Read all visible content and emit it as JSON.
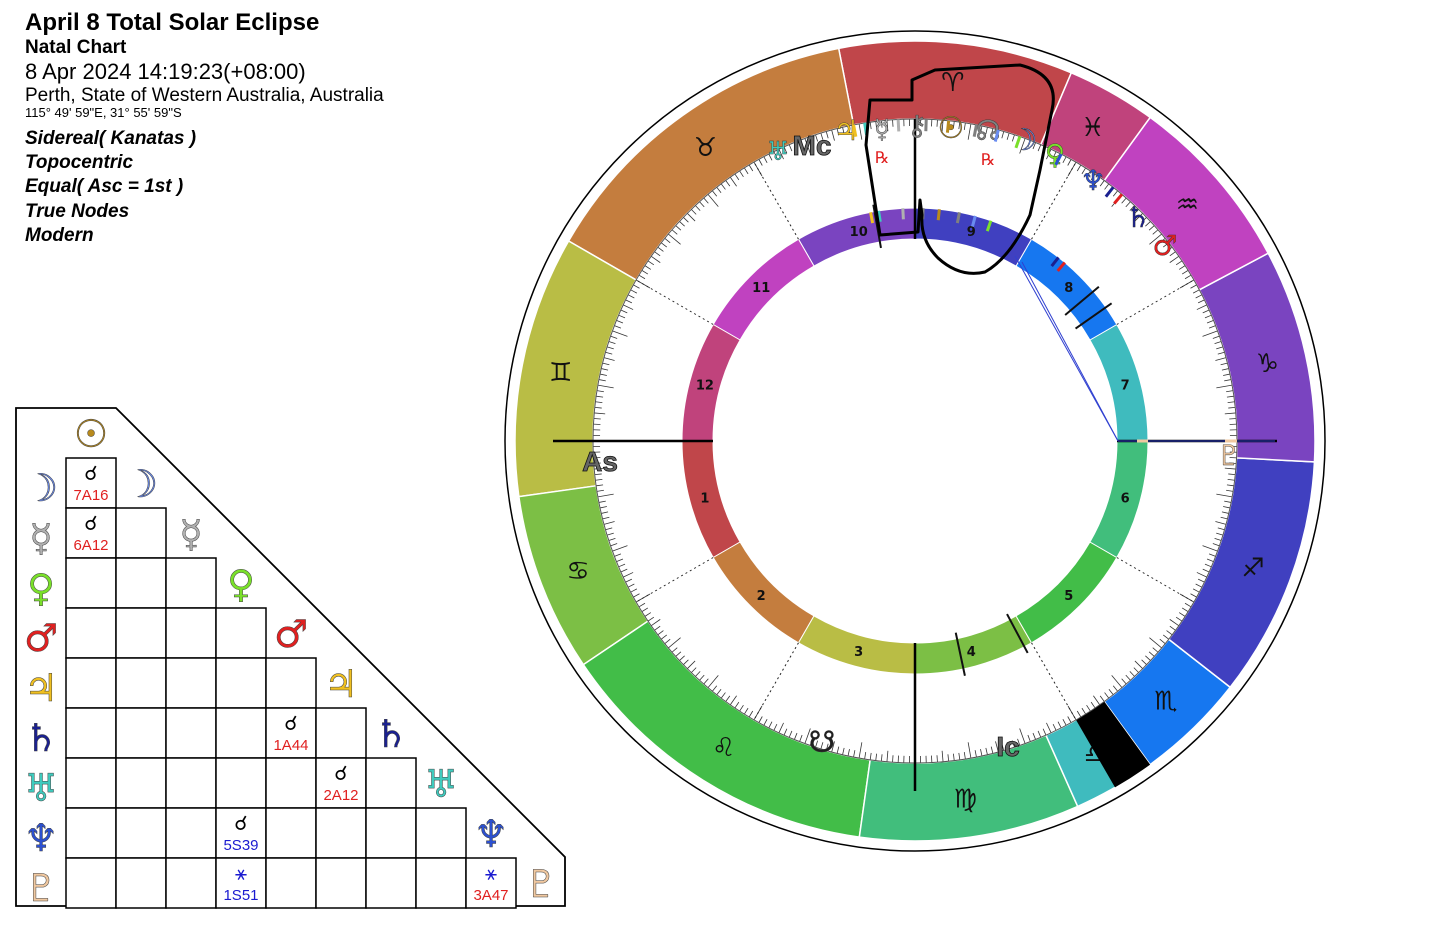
{
  "header": {
    "title": "April 8 Total Solar Eclipse",
    "subtitle": "Natal Chart",
    "datetime": "8 Apr 2024 14:19:23(+08:00)",
    "place": "Perth, State of Western Australia, Australia",
    "coords": "115° 49' 59\"E, 31° 55' 59\"S",
    "settings": [
      "Sidereal( Kanatas )",
      "Topocentric",
      "Equal( Asc = 1st )",
      "True Nodes",
      "Modern"
    ]
  },
  "signs": [
    {
      "name": "aries-sign",
      "glyph": "♈",
      "color": "#c0464a"
    },
    {
      "name": "taurus-sign",
      "glyph": "♉",
      "color": "#c47d3e"
    },
    {
      "name": "gemini-sign",
      "glyph": "♊",
      "color": "#b9bd45"
    },
    {
      "name": "cancer-sign",
      "glyph": "♋",
      "color": "#7cbf45"
    },
    {
      "name": "leo-sign",
      "glyph": "♌",
      "color": "#42bd48"
    },
    {
      "name": "virgo-sign",
      "glyph": "♍",
      "color": "#41be7c"
    },
    {
      "name": "libra-sign",
      "glyph": "♎",
      "color": "#3fbbbe"
    },
    {
      "name": "scorpio-sign",
      "glyph": "♏",
      "color": "#1677f0"
    },
    {
      "name": "sagittarius-sign",
      "glyph": "♐",
      "color": "#4040c0"
    },
    {
      "name": "capricorn-sign",
      "glyph": "♑",
      "color": "#7a44c0"
    },
    {
      "name": "aquarius-sign",
      "glyph": "♒",
      "color": "#c042c0"
    },
    {
      "name": "pisces-sign",
      "glyph": "♓",
      "color": "#c0437c"
    }
  ],
  "houses": [
    {
      "number": "1",
      "color": "#c0464a"
    },
    {
      "number": "2",
      "color": "#c47d3e"
    },
    {
      "number": "3",
      "color": "#b9bd45"
    },
    {
      "number": "4",
      "color": "#7cbf45"
    },
    {
      "number": "5",
      "color": "#42bd48"
    },
    {
      "number": "6",
      "color": "#41be7c"
    },
    {
      "number": "7",
      "color": "#3fbbbe"
    },
    {
      "number": "8",
      "color": "#1677f0"
    },
    {
      "number": "9",
      "color": "#4040c0"
    },
    {
      "number": "10",
      "color": "#7a44c0"
    },
    {
      "number": "11",
      "color": "#c042c0"
    },
    {
      "number": "12",
      "color": "#c0437c"
    }
  ],
  "angles": {
    "asc": "As",
    "mc": "Mc",
    "ic": "Ic"
  },
  "chart_planets": [
    {
      "name": "uranus",
      "glyph": "♅",
      "color": "#3fcbbe",
      "retro": ""
    },
    {
      "name": "jupiter",
      "glyph": "♃",
      "color": "#f0c020",
      "retro": ""
    },
    {
      "name": "mercury",
      "glyph": "☿",
      "color": "#b0b0b0",
      "retro": "℞"
    },
    {
      "name": "chiron",
      "glyph": "⚷",
      "color": "#808080",
      "retro": ""
    },
    {
      "name": "sun",
      "glyph": "☉",
      "color": "#b88a1c",
      "retro": ""
    },
    {
      "name": "north-node",
      "glyph": "☊",
      "color": "#808080",
      "retro": "℞"
    },
    {
      "name": "moon",
      "glyph": "☽",
      "color": "#6a8cf0",
      "retro": ""
    },
    {
      "name": "venus",
      "glyph": "♀",
      "color": "#7ae02a",
      "retro": ""
    },
    {
      "name": "neptune",
      "glyph": "♆",
      "color": "#2c50d0",
      "retro": ""
    },
    {
      "name": "saturn",
      "glyph": "♄",
      "color": "#1a2090",
      "retro": ""
    },
    {
      "name": "mars",
      "glyph": "♂",
      "color": "#e02020",
      "retro": ""
    },
    {
      "name": "pluto",
      "glyph": "♇",
      "color": "#f0c8a0",
      "retro": ""
    },
    {
      "name": "south-node",
      "glyph": "☋",
      "color": "#202020",
      "retro": ""
    }
  ],
  "aspect_grid": {
    "planets": [
      {
        "name": "sun",
        "glyph": "☉",
        "color": "#b88a1c"
      },
      {
        "name": "moon",
        "glyph": "☽",
        "color": "#6a8cf0"
      },
      {
        "name": "mercury",
        "glyph": "☿",
        "color": "#b0b0b0"
      },
      {
        "name": "venus",
        "glyph": "♀",
        "color": "#7ae02a"
      },
      {
        "name": "mars",
        "glyph": "♂",
        "color": "#e02020"
      },
      {
        "name": "jupiter",
        "glyph": "♃",
        "color": "#f0c020"
      },
      {
        "name": "saturn",
        "glyph": "♄",
        "color": "#1a2090"
      },
      {
        "name": "uranus",
        "glyph": "♅",
        "color": "#3fcbbe"
      },
      {
        "name": "neptune",
        "glyph": "♆",
        "color": "#2c50d0"
      },
      {
        "name": "pluto",
        "glyph": "♇",
        "color": "#f0c8a0"
      }
    ],
    "aspects": [
      {
        "row": 1,
        "col": 0,
        "glyph": "☌",
        "glyph_color": "#000000",
        "label": "7A16",
        "label_color": "#e02020"
      },
      {
        "row": 2,
        "col": 0,
        "glyph": "☌",
        "glyph_color": "#000000",
        "label": "6A12",
        "label_color": "#e02020"
      },
      {
        "row": 6,
        "col": 4,
        "glyph": "☌",
        "glyph_color": "#000000",
        "label": "1A44",
        "label_color": "#e02020"
      },
      {
        "row": 7,
        "col": 5,
        "glyph": "☌",
        "glyph_color": "#000000",
        "label": "2A12",
        "label_color": "#e02020"
      },
      {
        "row": 8,
        "col": 3,
        "glyph": "☌",
        "glyph_color": "#000000",
        "label": "5S39",
        "label_color": "#1a1ad0"
      },
      {
        "row": 9,
        "col": 3,
        "glyph": "⚹",
        "glyph_color": "#1a1ad0",
        "label": "1S51",
        "label_color": "#1a1ad0"
      },
      {
        "row": 9,
        "col": 8,
        "glyph": "⚹",
        "glyph_color": "#1a1ad0",
        "label": "3A47",
        "label_color": "#e02020"
      }
    ]
  }
}
